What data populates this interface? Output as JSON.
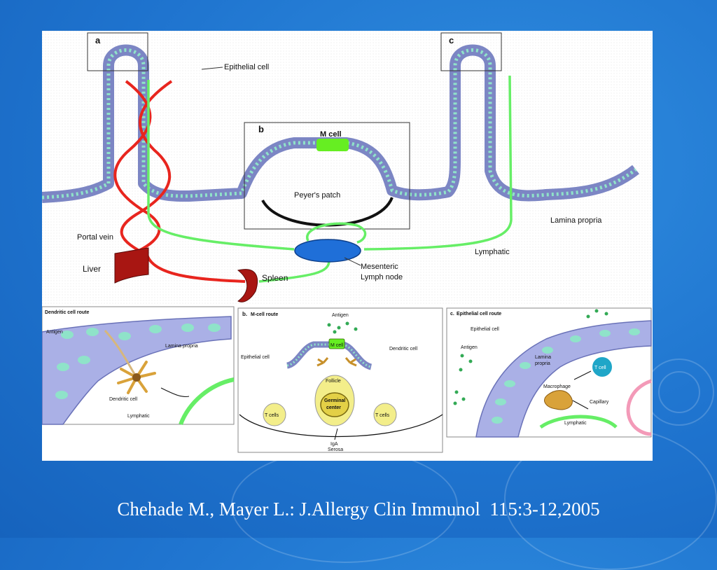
{
  "slide": {
    "citation": "Chehade M., Mayer L.: J.Allergy Clin Immunol  115:3-12,2005"
  },
  "panel_top": {
    "marker_a": "a",
    "marker_b": "b",
    "marker_c": "c",
    "epithelial_cell": "Epithelial cell",
    "m_cell": "M cell",
    "peyers_patch": "Peyer's patch",
    "lamina_propria": "Lamina propria",
    "portal_vein": "Portal vein",
    "liver": "Liver",
    "spleen": "Spleen",
    "mesenteric_lymph_node_1": "Mesenteric",
    "mesenteric_lymph_node_2": "Lymph node",
    "lymphatic": "Lymphatic"
  },
  "panel_a": {
    "title": "Dendritic cell route",
    "antigen": "Antigen",
    "lamina_propria": "Lamina propria",
    "dendritic_cell": "Dendritic cell",
    "lymphatic": "Lymphatic"
  },
  "panel_b": {
    "title": "M-cell route",
    "title_letter": "b.",
    "antigen": "Antigen",
    "m_cell": "M cell",
    "dendritic_cell": "Dendritic cell",
    "epithelial_cell": "Epithelial cell",
    "follicle": "Follicle",
    "germinal_center_1": "Germinal",
    "germinal_center_2": "center",
    "t_cells_left": "T cells",
    "t_cells_right": "T cells",
    "iga": "IgA",
    "serosa": "Serosa"
  },
  "panel_c": {
    "title": "Epithelial cell route",
    "title_letter": "c.",
    "epithelial_cell": "Epithelial cell",
    "antigen": "Antigen",
    "lamina_propria_1": "Lamina",
    "lamina_propria_2": "propria",
    "t_cell": "T cell",
    "macrophage": "Macrophage",
    "capillary": "Capillary",
    "lymphatic": "Lymphatic"
  },
  "colors": {
    "background": "#1f74cf",
    "epithelium": "#7c86c4",
    "nucleus": "#8fe3c9",
    "blood_vessel": "#e8251e",
    "lymphatic": "#66ee66",
    "m_cell": "#66ee22",
    "lymph_node": "#1f6fd8",
    "organ": "#a81612",
    "follicle": "#f3ee8a",
    "capillary": "#f39ab8"
  }
}
